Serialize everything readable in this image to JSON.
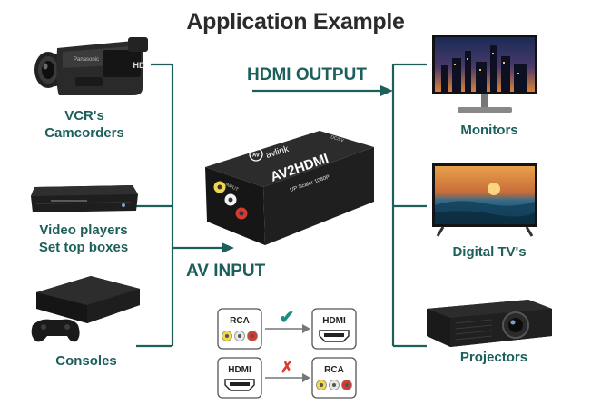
{
  "title": "Application Example",
  "colors": {
    "accent": "#1c5f5b",
    "check": "#1a8e85",
    "cross": "#e23b2a",
    "rca_yellow": "#f2d64b",
    "rca_white": "#e6e6e6",
    "rca_red": "#d63a2f"
  },
  "inputs": [
    {
      "name": "VCR's",
      "name2": "Camcorders",
      "icon": "camcorder-icon"
    },
    {
      "name": "Video players",
      "name2": "Set top boxes",
      "icon": "dvd-player-icon"
    },
    {
      "name": "Consoles",
      "icon": "game-console-icon"
    }
  ],
  "outputs": [
    {
      "name": "Monitors",
      "icon": "monitor-icon"
    },
    {
      "name": "Digital TV's",
      "icon": "tv-icon"
    },
    {
      "name": "Projectors",
      "icon": "projector-icon"
    }
  ],
  "hdmi_output_label": "HDMI OUTPUT",
  "av_input_label": "AV INPUT",
  "device": {
    "brand": "avlink",
    "model": "AV2HDMI",
    "subtitle": "UP Scaler 1080P",
    "input_port_label": "INPUT",
    "power_label": "DC/5V"
  },
  "legend": {
    "supported": {
      "from": "RCA",
      "to": "HDMI",
      "mark": "✔"
    },
    "unsupported": {
      "from": "HDMI",
      "to": "RCA",
      "mark": "✗"
    }
  },
  "brand_marks": {
    "camcorder_brand": "Panasonic",
    "camcorder_badge": "HD"
  }
}
